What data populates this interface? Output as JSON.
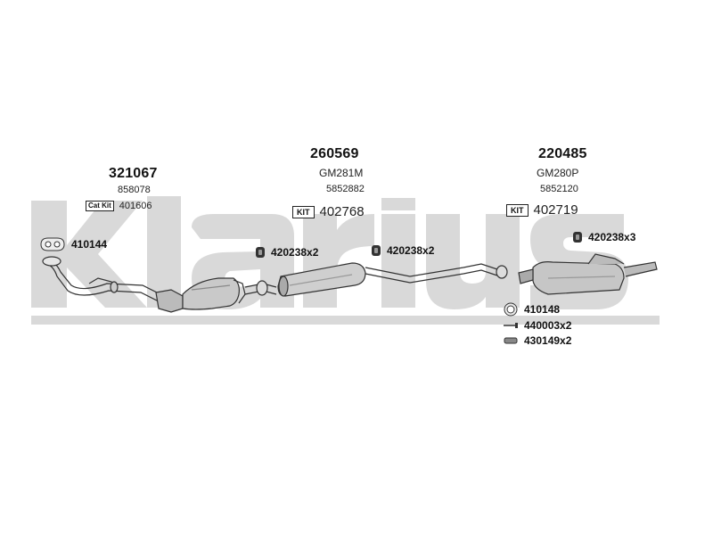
{
  "watermark": {
    "text": "klarius",
    "color": "#d8d8d8"
  },
  "groups": [
    {
      "main": "321067",
      "sub": "858078",
      "kit_tag": "Cat Kit",
      "kit_number": "401606"
    },
    {
      "main": "260569",
      "model": "GM281M",
      "sub": "5852882",
      "kit_tag": "KIT",
      "kit_number": "402768"
    },
    {
      "main": "220485",
      "model": "GM280P",
      "sub": "5852120",
      "kit_tag": "KIT",
      "kit_number": "402719"
    }
  ],
  "parts": {
    "gasket": "410144",
    "clamp_1": "420238x2",
    "clamp_2": "420238x2",
    "clamp_3": "420238x3",
    "ring": "410148",
    "bolt": "440003x2",
    "mount": "430149x2"
  },
  "icons": {
    "gasket": "gasket-icon",
    "clamp": "rubber-mount-icon",
    "ring": "ring-gasket-icon",
    "bolt": "bolt-icon",
    "mount": "hanger-icon"
  }
}
